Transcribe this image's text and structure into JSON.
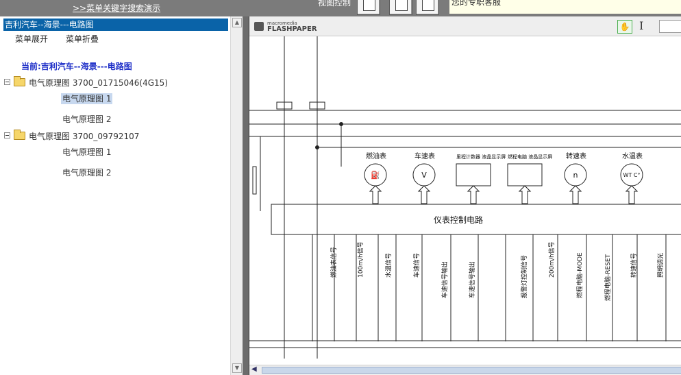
{
  "topbar": {
    "search_link": ">>菜单关键字搜索演示",
    "view_control": "视图控制",
    "notice": "您的专职客服"
  },
  "left": {
    "header": "吉利汽车--海景---电路图",
    "expand": "菜单展开",
    "collapse": "菜单折叠",
    "current": "当前:吉利汽车--海景---电路图",
    "folders": [
      {
        "label": "电气原理图 3700_01715046(4G15)",
        "items": [
          "电气原理图 1",
          "电气原理图 2"
        ]
      },
      {
        "label": "电气原理图 3700_09792107",
        "items": [
          "电气原理图 1",
          "电气原理图 2"
        ]
      }
    ]
  },
  "viewer": {
    "logo_small": "macromedia",
    "logo_big": "FLASHPAPER",
    "diagram": {
      "gauges": [
        "燃油表",
        "车速表",
        "里程计数器 液晶显示屏",
        "燃程电脑 液晶显示屏",
        "转速表",
        "水温表"
      ],
      "center_box": "仪表控制电路",
      "signals": [
        "燃油表信号",
        "100m/h信号",
        "水温信号",
        "车速信号",
        "车速信号输出",
        "车速信号输出",
        "报警灯控制信号",
        "200m/h信号",
        "燃程电脑-MODE",
        "燃程电脑-RESET",
        "转速信号",
        "照明调光"
      ]
    }
  }
}
